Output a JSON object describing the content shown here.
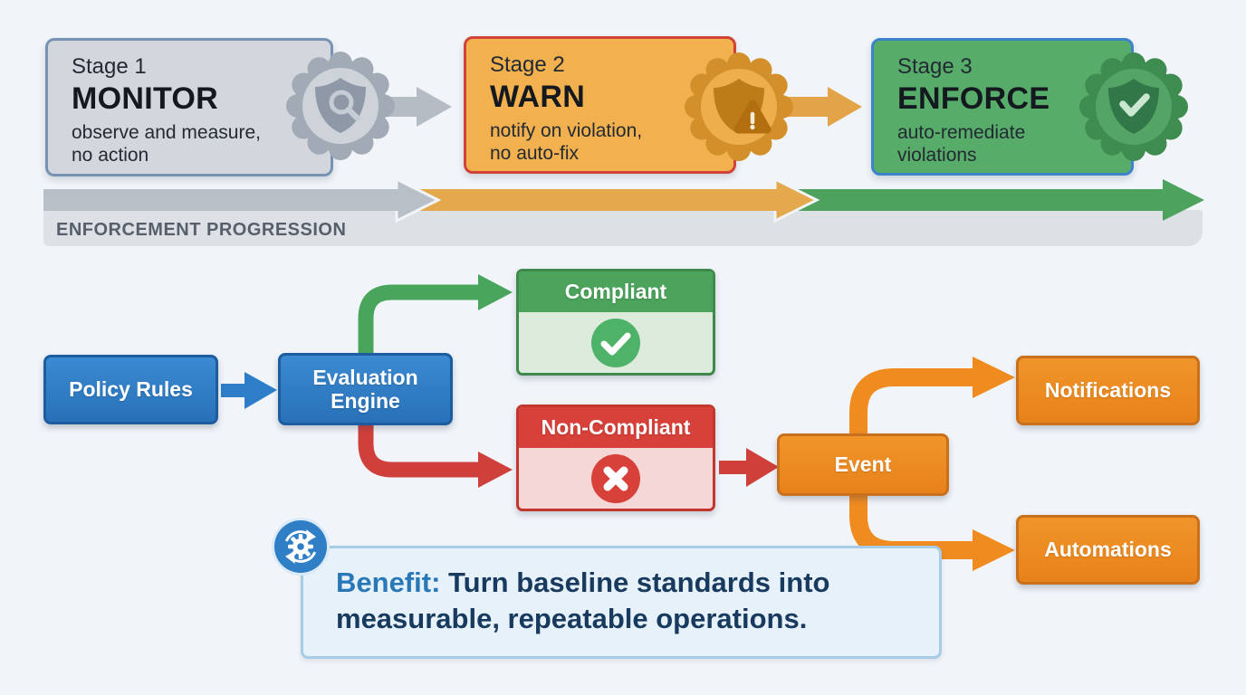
{
  "stages": [
    {
      "label": "Stage 1",
      "title": "MONITOR",
      "description": "observe and measure,\nno action",
      "fill": "#d3d7dd",
      "border": "#7793b3",
      "badge_icon": "shield-search"
    },
    {
      "label": "Stage 2",
      "title": "WARN",
      "description": "notify on violation,\nno auto-fix",
      "fill": "#f2b14e",
      "border": "#cf4339",
      "badge_icon": "shield-warning"
    },
    {
      "label": "Stage 3",
      "title": "ENFORCE",
      "description": "auto-remediate\nviolations",
      "fill": "#57ac6a",
      "border": "#3c83cc",
      "badge_icon": "shield-check"
    }
  ],
  "progression": {
    "label": "ENFORCEMENT PROGRESSION",
    "arrow_colors": [
      "#b9bfc7",
      "#e4a84d",
      "#4da35e"
    ]
  },
  "flow": {
    "policy_rules": "Policy Rules",
    "evaluation_engine": "Evaluation Engine",
    "compliant": "Compliant",
    "non_compliant": "Non-Compliant",
    "event": "Event",
    "notifications": "Notifications",
    "automations": "Automations"
  },
  "benefit": {
    "prefix": "Benefit:",
    "line1": "Turn baseline standards into",
    "line2": "measurable, repeatable operations."
  },
  "colors": {
    "background": "#f1f5f9",
    "blue_node": "#2d7dc8",
    "orange_node": "#ef8b1f",
    "green_accent": "#4aa55c",
    "red_accent": "#d0403a",
    "benefit_text": "#173a5e",
    "benefit_accent": "#2878b8",
    "band_fill": "#dde1e6"
  }
}
